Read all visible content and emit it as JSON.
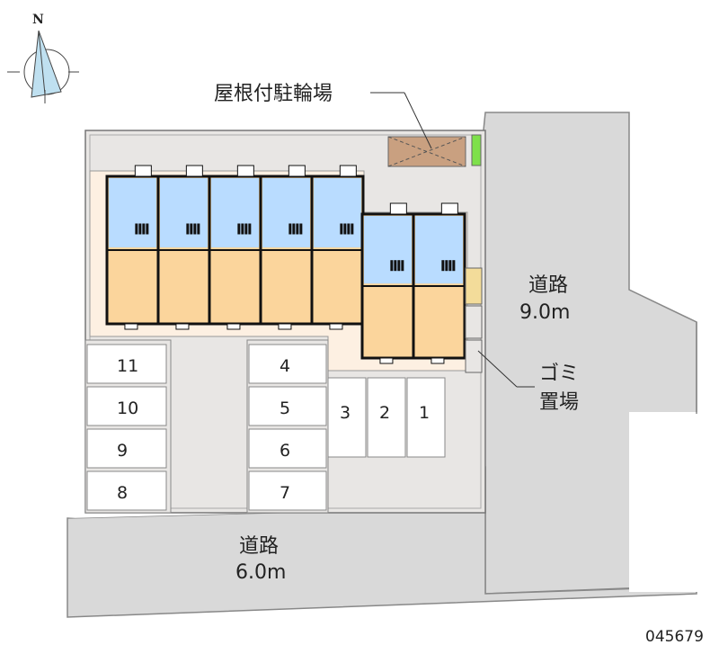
{
  "compass": {
    "north_label": "N"
  },
  "labels": {
    "bicycle_parking": "屋根付駐輪場",
    "garbage_line1": "ゴミ",
    "garbage_line2": "置場",
    "road_right_name": "道路",
    "road_right_width": "9.0m",
    "road_bottom_name": "道路",
    "road_bottom_width": "6.0m"
  },
  "parking_spaces": {
    "left": [
      "11",
      "10",
      "9",
      "8"
    ],
    "middle": [
      "4",
      "5",
      "6",
      "7"
    ],
    "right": [
      "3",
      "2",
      "1"
    ]
  },
  "property_code": "045679",
  "colors": {
    "road": "#d9d9d9",
    "site": "#e8e6e4",
    "yard": "#fdf0e2",
    "room": "#fbd59c",
    "wet_area": "#b9dcff",
    "bike_roof": "#c9a080",
    "green": "#7ee04a"
  }
}
